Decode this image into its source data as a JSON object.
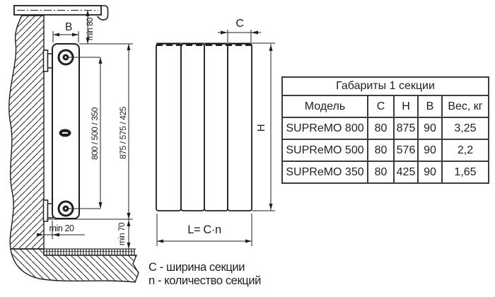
{
  "diagram": {
    "side_view": {
      "b": "B",
      "min80": "min 80",
      "inner_heights": "800 / 500 / 350",
      "outer_heights": "875 / 575 / 425",
      "min20": "min 20",
      "min70": "min 70"
    },
    "front_view": {
      "c": "C",
      "h": "H",
      "l": "L= C·n"
    },
    "legend": [
      "С - ширина секции",
      "n - количество секций"
    ]
  },
  "table": {
    "title": "Габариты 1 секции",
    "headers": [
      "Модель",
      "С",
      "Н",
      "В",
      "Вес, кг"
    ],
    "rows": [
      [
        "SUPReMO 800",
        "80",
        "875",
        "90",
        "3,25"
      ],
      [
        "SUPReMO 500",
        "80",
        "576",
        "90",
        "2,2"
      ],
      [
        "SUPReMO 350",
        "80",
        "425",
        "90",
        "1,65"
      ]
    ]
  },
  "colors": {
    "line": "#1f1f1f",
    "hatch": "#2e2e2e",
    "table_border": "#3d3d3d",
    "text": "#1f1f1f"
  }
}
